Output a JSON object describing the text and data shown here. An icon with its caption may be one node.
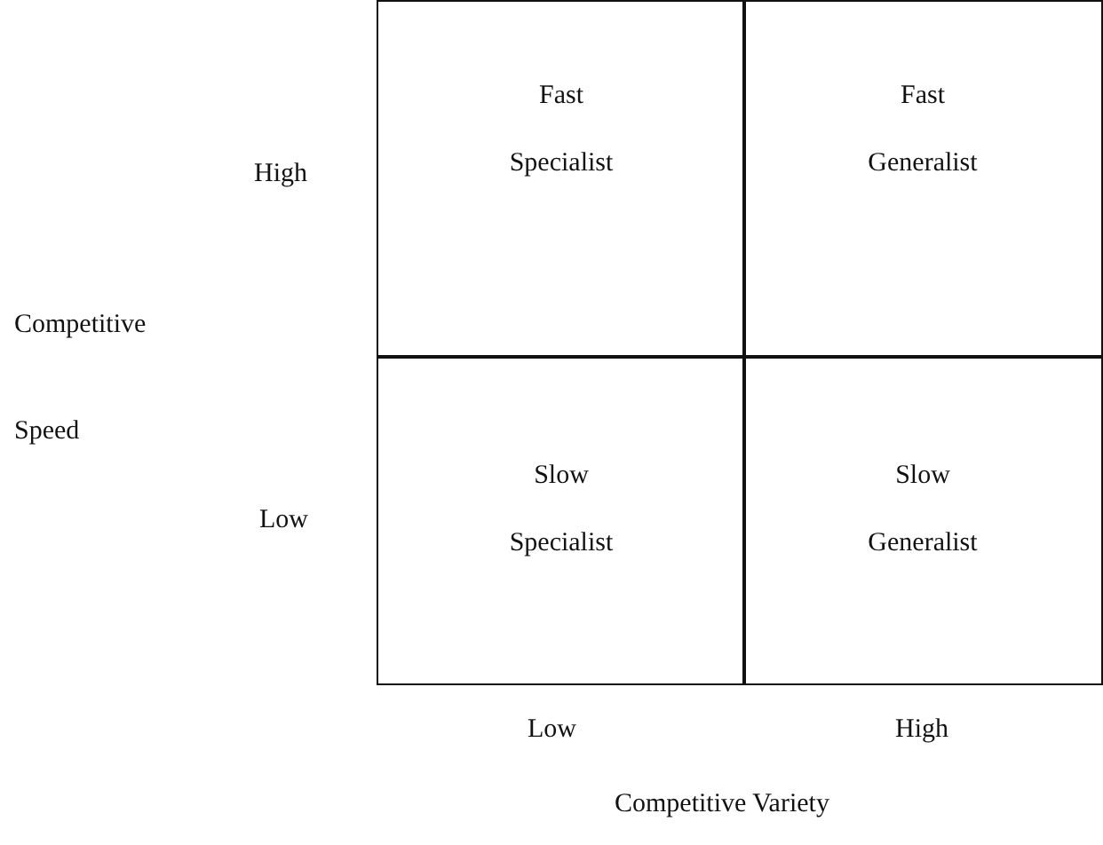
{
  "diagram": {
    "nodes": [
      {
        "text": [
          "Fast Specialist"
        ]
      },
      {
        "text": [
          "Fast Generalist"
        ]
      },
      {
        "text": [
          "Slow Specialist"
        ]
      },
      {
        "text": [
          "Slow Generalist"
        ]
      }
    ],
    "edges": [],
    "labels": [
      "High",
      "Competitive Speed",
      "Low",
      "Low",
      "High",
      "Competitive Variety"
    ]
  }
}
